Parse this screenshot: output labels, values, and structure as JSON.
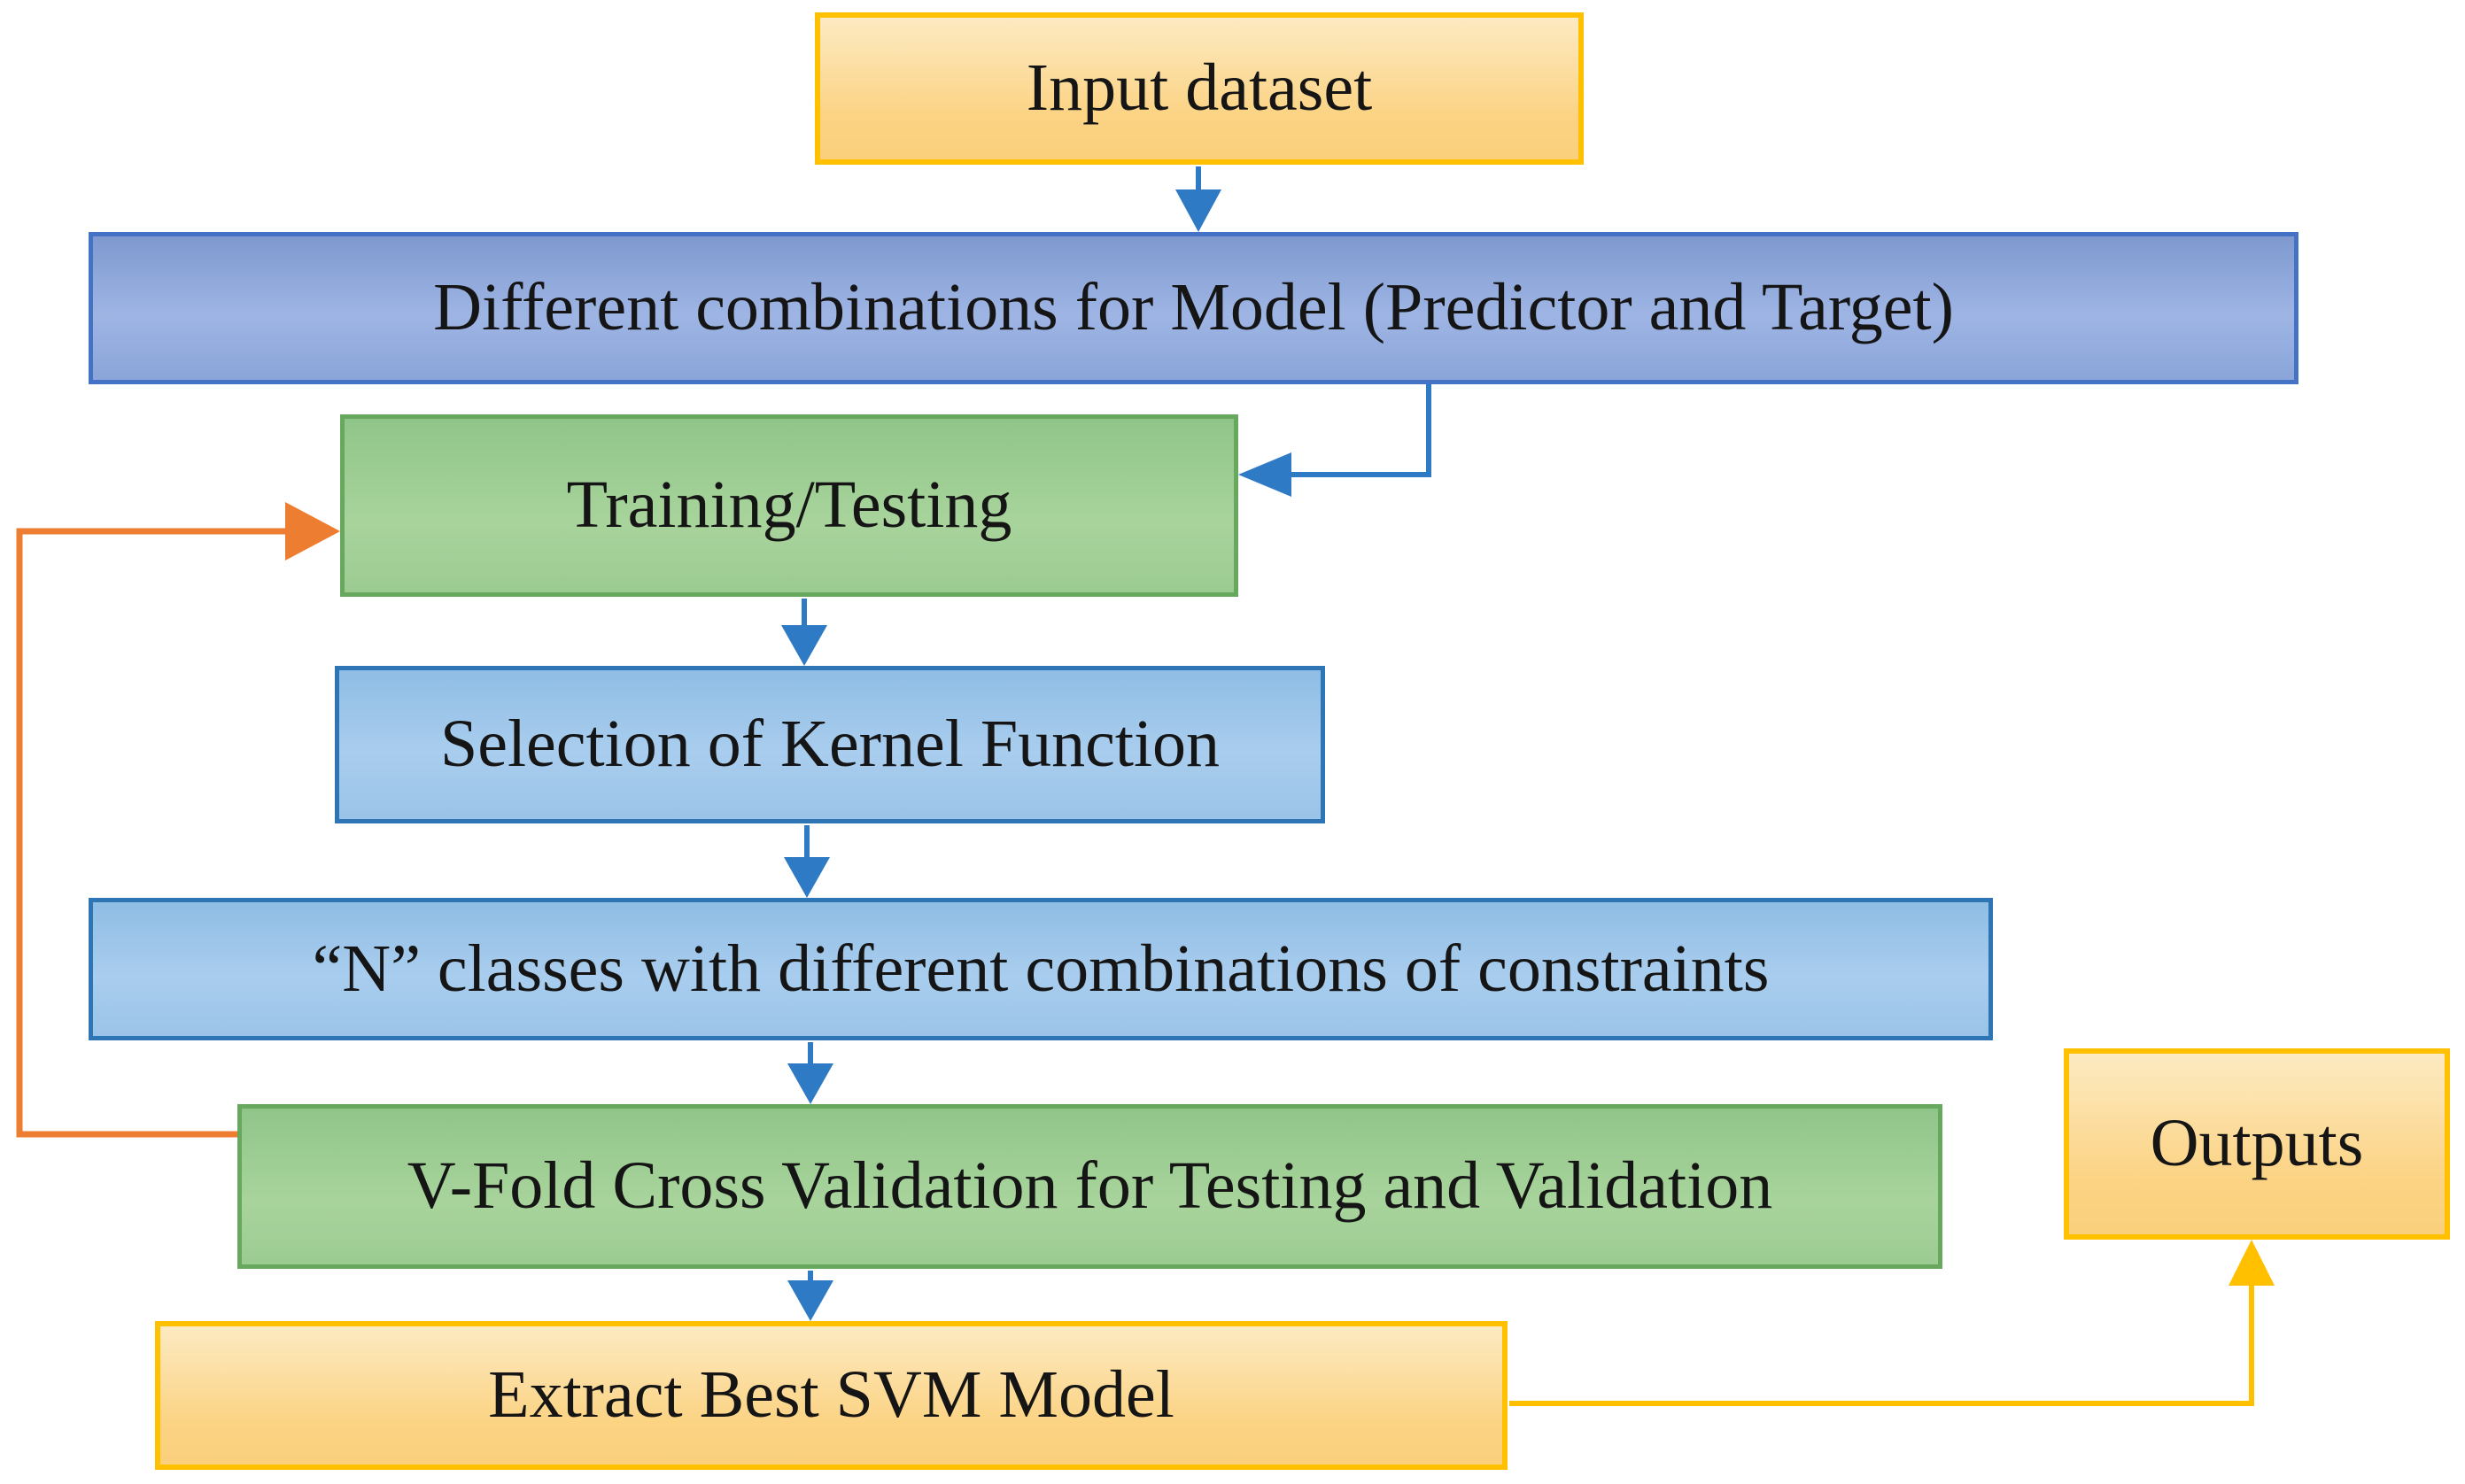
{
  "diagram": {
    "type": "flowchart",
    "description": "SVM model building workflow",
    "nodes": [
      {
        "id": "input-dataset",
        "label": "Input dataset",
        "style": "yellow"
      },
      {
        "id": "model-combinations",
        "label": "Different combinations for Model (Predictor and Target)",
        "style": "blue"
      },
      {
        "id": "training-testing",
        "label": "Training/Testing",
        "style": "green"
      },
      {
        "id": "kernel-selection",
        "label": "Selection of Kernel Function",
        "style": "lightblue"
      },
      {
        "id": "n-classes",
        "label": "“N” classes with different combinations of constraints",
        "style": "lightblue"
      },
      {
        "id": "v-fold",
        "label": "V-Fold Cross Validation for Testing and Validation",
        "style": "green"
      },
      {
        "id": "extract-best",
        "label": "Extract Best SVM Model",
        "style": "yellow"
      },
      {
        "id": "outputs",
        "label": "Outputs",
        "style": "yellow"
      }
    ],
    "edges": [
      {
        "from": "input-dataset",
        "to": "model-combinations",
        "color": "blue",
        "kind": "straight-down"
      },
      {
        "from": "model-combinations",
        "to": "training-testing",
        "color": "blue",
        "kind": "elbow-left"
      },
      {
        "from": "training-testing",
        "to": "kernel-selection",
        "color": "blue",
        "kind": "straight-down"
      },
      {
        "from": "kernel-selection",
        "to": "n-classes",
        "color": "blue",
        "kind": "straight-down"
      },
      {
        "from": "n-classes",
        "to": "v-fold",
        "color": "blue",
        "kind": "straight-down"
      },
      {
        "from": "v-fold",
        "to": "training-testing",
        "color": "orange",
        "kind": "feedback-loop-left"
      },
      {
        "from": "v-fold",
        "to": "extract-best",
        "color": "blue",
        "kind": "straight-down"
      },
      {
        "from": "extract-best",
        "to": "outputs",
        "color": "yellow",
        "kind": "elbow-up"
      }
    ]
  },
  "colors": {
    "yellow_fill_light": "#fdeac2",
    "yellow_fill": "#fbd383",
    "yellow_border": "#ffc000",
    "blue_fill_dark": "#7f99cf",
    "blue_fill_light": "#9eb5e4",
    "blue_border": "#4472c4",
    "green_fill_dark": "#90c589",
    "green_fill_light": "#a8d49c",
    "green_border": "#68a85e",
    "lightblue_fill_dark": "#8fbde4",
    "lightblue_fill_light": "#a9cdee",
    "lightblue_border": "#2e75b6",
    "arrow_blue": "#2f7ac5",
    "arrow_orange": "#ed7d31",
    "arrow_yellow": "#ffc000",
    "text_color": "#151515"
  }
}
